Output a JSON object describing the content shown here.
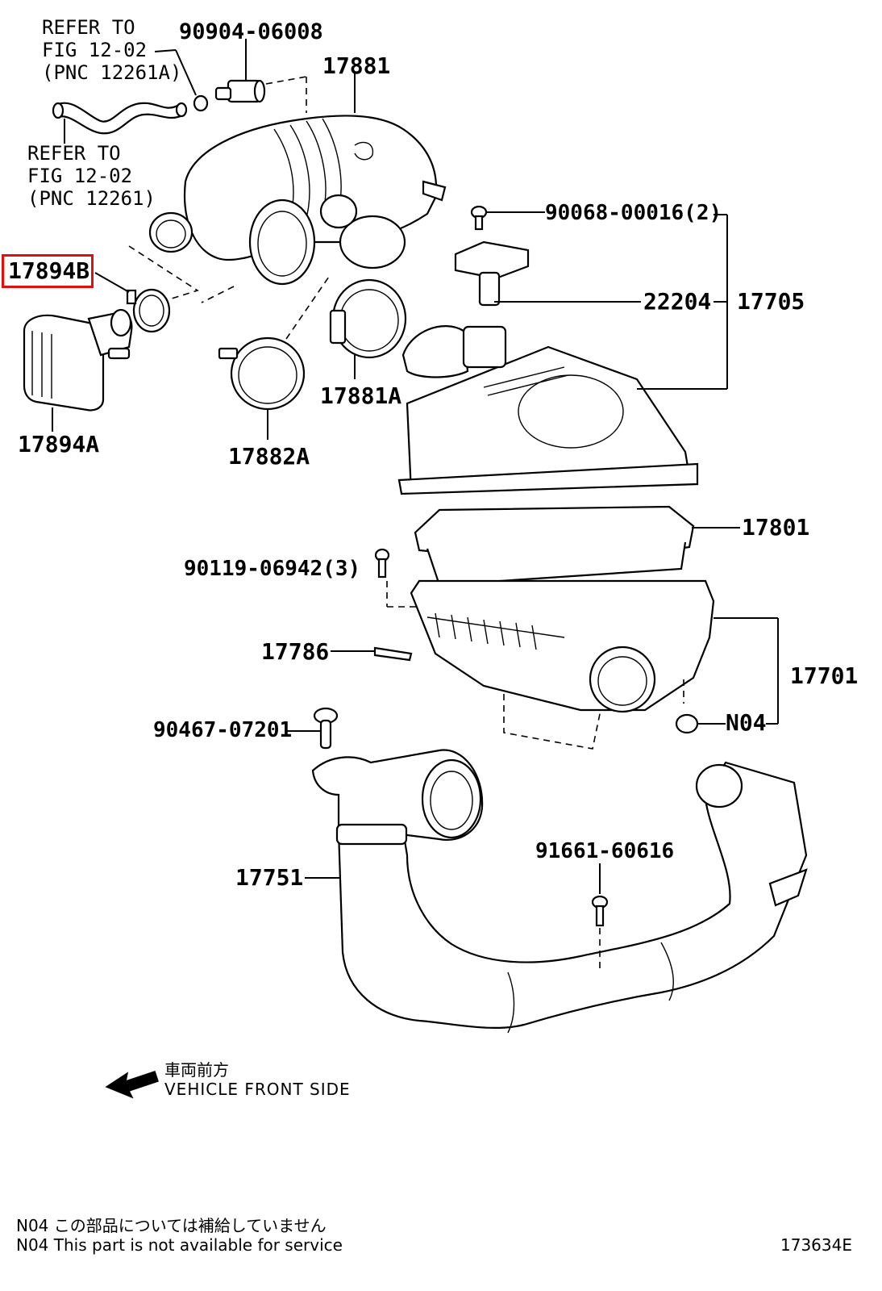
{
  "labels": {
    "p90904": "90904-06008",
    "p17881": "17881",
    "p17894B": "17894B",
    "p17894A": "17894A",
    "p17882A": "17882A",
    "p17881A": "17881A",
    "p90068": "90068-00016(2)",
    "p22204": "22204",
    "p17705": "17705",
    "p17801": "17801",
    "p90119": "90119-06942(3)",
    "p17786": "17786",
    "p17701": "17701",
    "p90467": "90467-07201",
    "pN04": "N04",
    "p17751": "17751",
    "p91661": "91661-60616"
  },
  "refs": {
    "ref1": "REFER TO\nFIG 12-02\n(PNC 12261A)",
    "ref2": "REFER TO\nFIG 12-02\n(PNC 12261)"
  },
  "direction": {
    "jp": "車両前方",
    "en": "VEHICLE FRONT SIDE"
  },
  "footer": {
    "note_jp": "N04  この部品については補給していません",
    "note_en": "N04  This part is not available for service",
    "figure_code": "173634E"
  },
  "highlight_color": "#e01010"
}
